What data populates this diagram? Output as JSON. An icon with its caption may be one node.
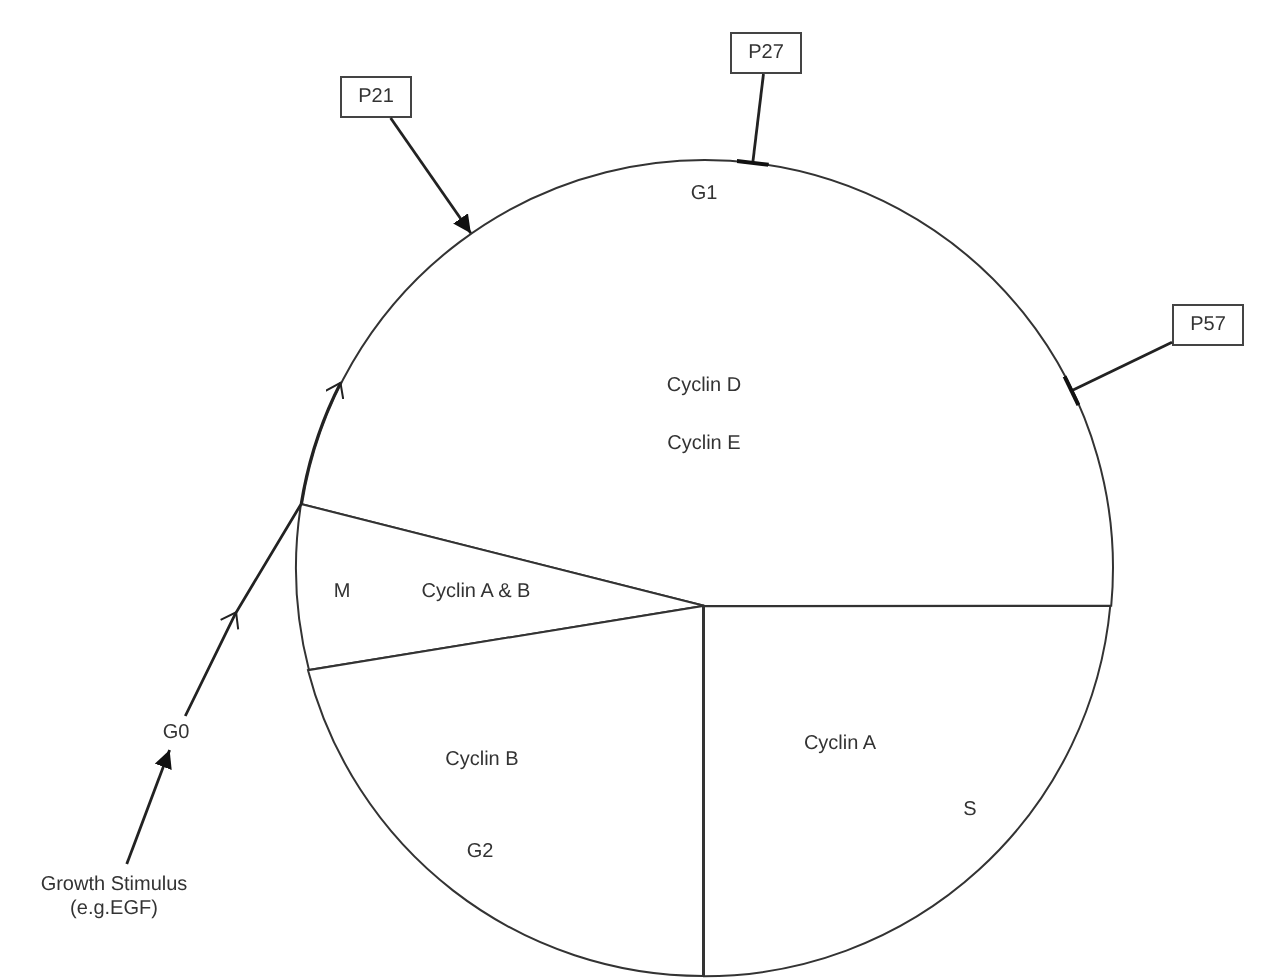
{
  "diagram": {
    "nodes": [
      {
        "text": [
          "P21"
        ]
      },
      {
        "text": [
          "P27"
        ]
      },
      {
        "text": [
          "P57"
        ]
      },
      {
        "text": [
          "G1",
          "Cyclin D",
          "Cyclin E"
        ]
      },
      {
        "text": [
          "M",
          "Cyclin A & B"
        ]
      },
      {
        "text": [
          "Cyclin B",
          "G2"
        ]
      },
      {
        "text": [
          "Cyclin A",
          "S"
        ]
      },
      {
        "text": [
          "G0"
        ]
      },
      {
        "text": [
          "Growth Stimulus (e.g.EGF)"
        ]
      }
    ],
    "edges": [
      {
        "from": 0,
        "to": 3,
        "arrow": "to"
      },
      {
        "from": 1,
        "to": 3,
        "arrow": "other"
      },
      {
        "from": 2,
        "to": 3,
        "arrow": "other"
      },
      {
        "from": 8,
        "to": 7,
        "arrow": "to"
      },
      {
        "from": 7,
        "to": 3,
        "arrow": "to"
      }
    ]
  }
}
